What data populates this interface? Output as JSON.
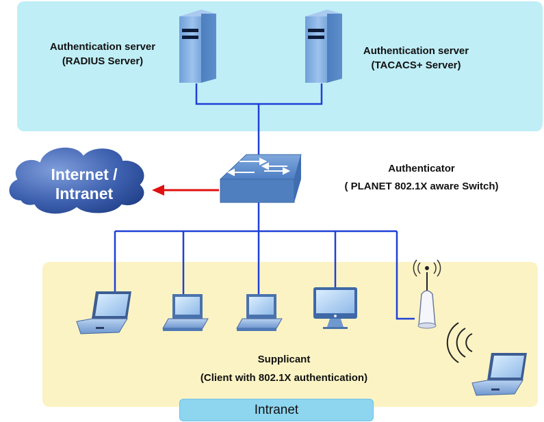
{
  "servers": {
    "radius_label_line1": "Authentication server",
    "radius_label_line2": "(RADIUS Server)",
    "tacacs_label_line1": "Authentication server",
    "tacacs_label_line2": "(TACACS+ Server)"
  },
  "authenticator": {
    "line1": "Authenticator",
    "line2": "( PLANET 802.1X aware Switch)"
  },
  "cloud": {
    "line1": "Internet /",
    "line2": "Intranet"
  },
  "supplicant": {
    "line1": "Supplicant",
    "line2": "(Client with 802.1X authentication)"
  },
  "intranet_tag": "Intranet",
  "colors": {
    "server_zone": "#bfeef6",
    "client_zone": "#fbf3c4",
    "link": "#1f3fd6",
    "arrow": "#e01010",
    "cloud": "#2b4d9a"
  }
}
